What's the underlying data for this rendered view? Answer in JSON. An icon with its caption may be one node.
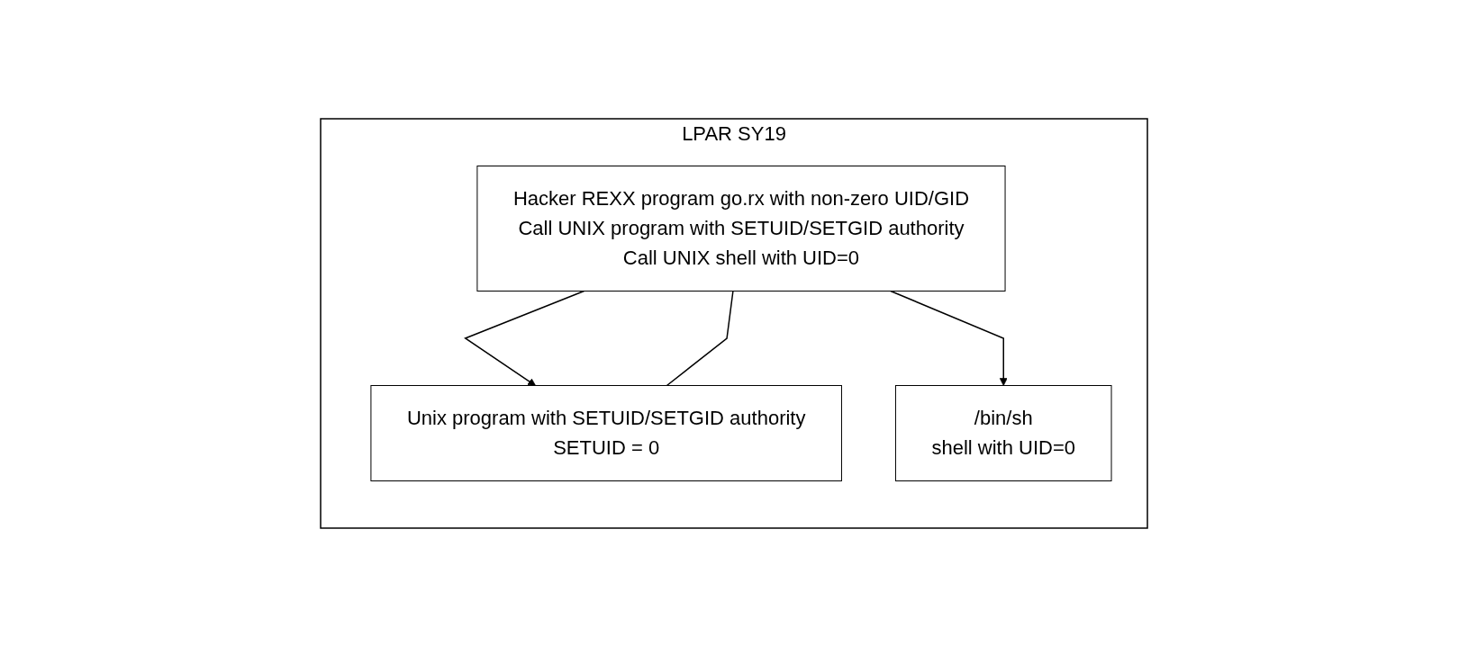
{
  "diagram": {
    "nodes": [
      {
        "text": [
          "LPAR SY19"
        ]
      },
      {
        "text": [
          "Hacker REXX program go.rx with non-zero UID/GID",
          "Call UNIX program with SETUID/SETGID authority",
          "Call UNIX shell with UID=0"
        ],
        "in": 0
      },
      {
        "text": [
          "Unix program with SETUID/SETGID authority",
          "SETUID = 0"
        ],
        "in": 0
      },
      {
        "text": [
          "/bin/sh",
          "shell with UID=0"
        ],
        "in": 0
      }
    ],
    "edges": [
      {
        "from": 1,
        "to": 2,
        "arrow": "to"
      },
      {
        "from": 2,
        "to": 1,
        "arrow": "none"
      },
      {
        "from": 1,
        "to": 3,
        "arrow": "to"
      }
    ]
  }
}
